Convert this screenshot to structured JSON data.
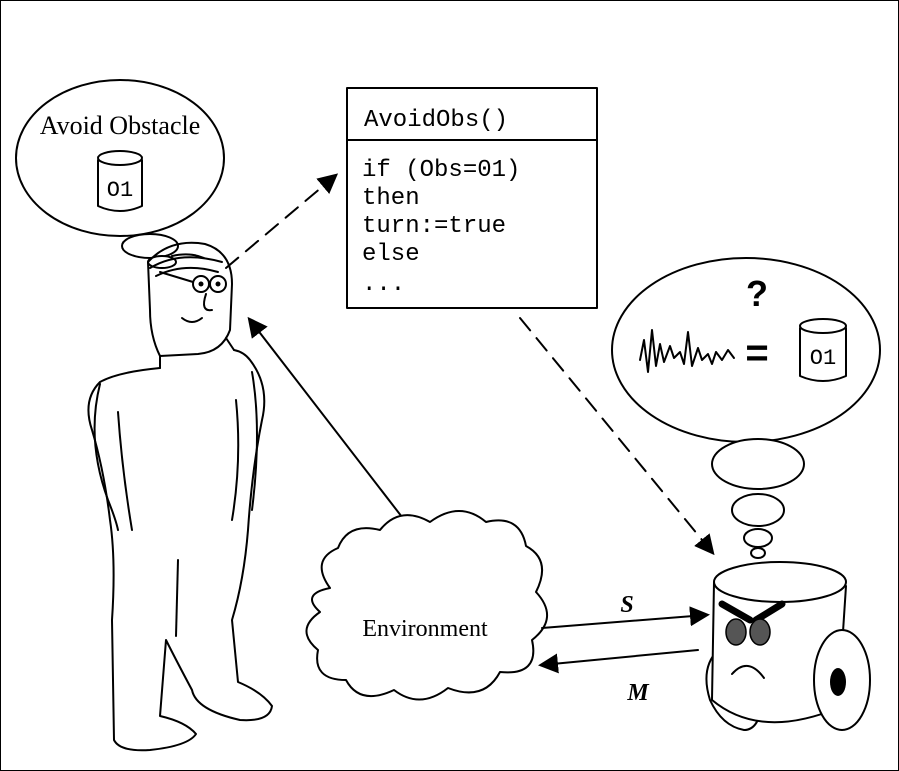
{
  "human_thought": {
    "label": "Avoid Obstacle",
    "symbol": "O1"
  },
  "code_box": {
    "title": "AvoidObs()",
    "lines": [
      "if (Obs=01)",
      "then",
      "turn:=true",
      "else",
      "..."
    ]
  },
  "robot_thought": {
    "question": "?",
    "equals": "=",
    "symbol": "O1"
  },
  "environment": {
    "label": "Environment"
  },
  "arrows": {
    "sensor_label": "S",
    "motor_label": "M"
  }
}
